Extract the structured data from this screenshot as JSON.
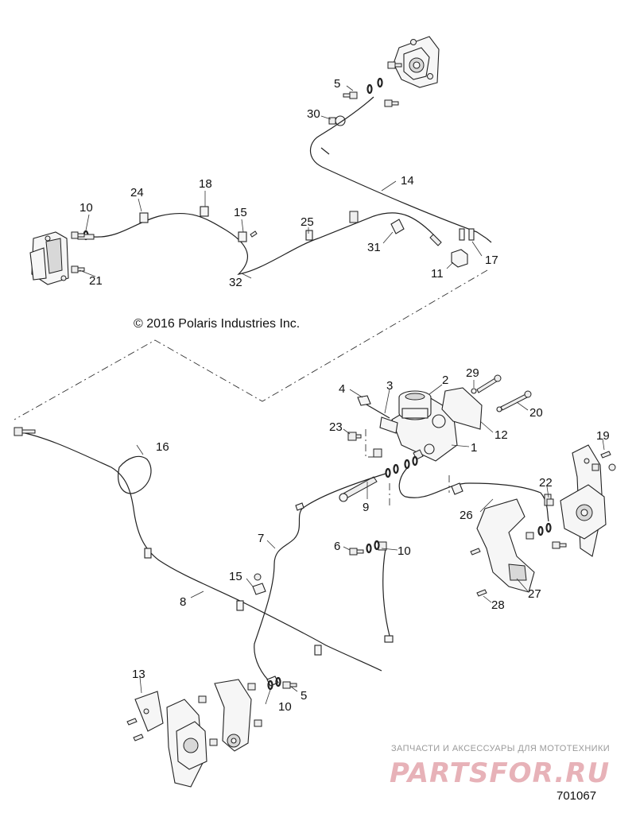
{
  "copyright": "© 2016 Polaris Industries Inc.",
  "diagram_number": "701067",
  "watermark": {
    "tagline": "ЗАПЧАСТИ И АКСЕССУАРЫ ДЛЯ МОТОТЕХНИКИ",
    "brand": "PARTSFOR.RU"
  },
  "callouts": [
    "1",
    "2",
    "3",
    "4",
    "5",
    "5",
    "6",
    "7",
    "8",
    "9",
    "10",
    "10",
    "10",
    "10",
    "11",
    "12",
    "13",
    "14",
    "15",
    "15",
    "16",
    "17",
    "18",
    "19",
    "20",
    "21",
    "22",
    "23",
    "24",
    "25",
    "26",
    "27",
    "28",
    "29",
    "30",
    "31",
    "32"
  ],
  "colors": {
    "line": "#222222",
    "watermark_brand": "#e7b2b8",
    "watermark_tag": "#9a9a9a"
  },
  "icons": [
    "brake-caliper-icon",
    "master-cylinder-icon",
    "bolt-icon",
    "o-ring-icon",
    "brake-line-icon"
  ]
}
